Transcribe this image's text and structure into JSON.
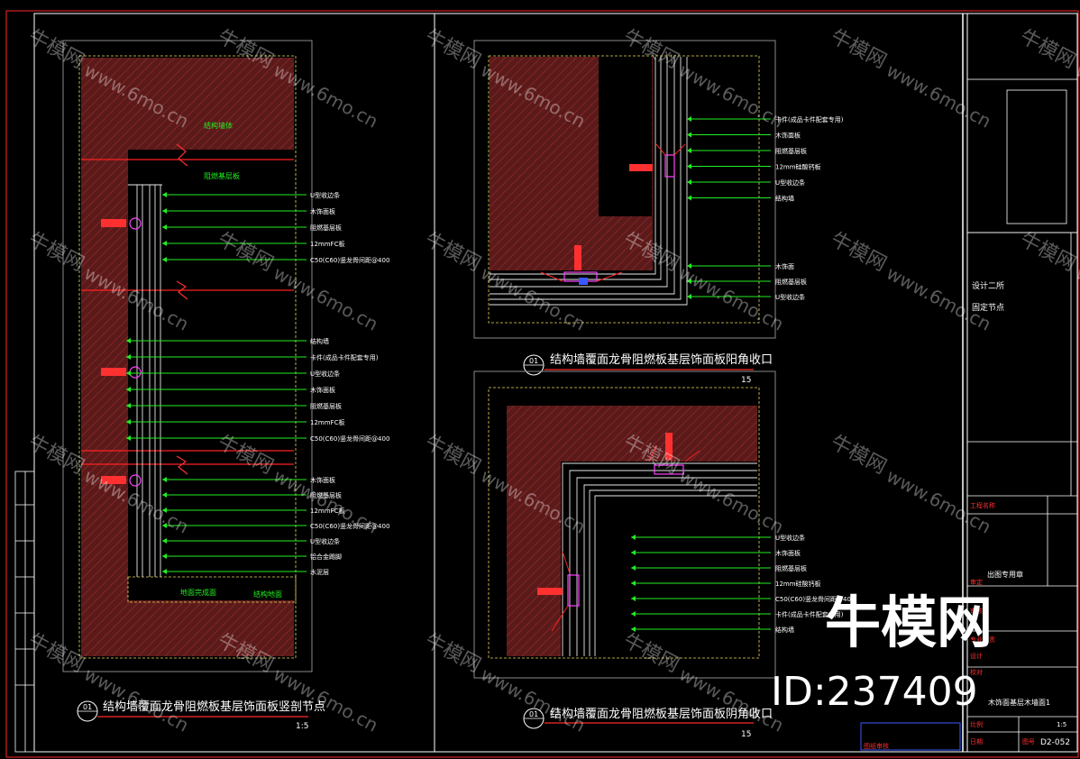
{
  "drawing": {
    "left_detail": {
      "title": "结构墙覆面龙骨阻燃板基层饰面板竖剖节点",
      "number": "01",
      "scale": "1:5",
      "labels_group1": [
        "U型收边条",
        "木饰面板",
        "阻燃基层板",
        "12mmFC板",
        "C50(C60)竖龙骨间距@400"
      ],
      "labels_group2": [
        "结构墙",
        "卡件(成品卡件配套专用)",
        "U型收边条",
        "木饰面板",
        "阻燃基层板",
        "12mmFC板",
        "C50(C60)竖龙骨间距@400"
      ],
      "labels_group3": [
        "木饰面板",
        "阻燃基层板",
        "12mmFC板",
        "C50(C60)竖龙骨间距@400",
        "U型收边条",
        "铝合金踢脚",
        "水泥层"
      ],
      "top_labels": [
        "结构墙体",
        "阻燃基层板"
      ],
      "bottom_labels": [
        "地面完成面",
        "结构地面"
      ]
    },
    "top_right_detail": {
      "title": "结构墙覆面龙骨阻燃板基层饰面板阳角收口",
      "number": "01",
      "scale": "15",
      "labels_upper": [
        "卡件(成品卡件配套专用)",
        "木饰面板",
        "阻燃基层板",
        "12mm硅酸钙板",
        "U型收边条",
        "结构墙"
      ],
      "labels_lower": [
        "木饰面",
        "阻燃基层板",
        "U型收边条"
      ]
    },
    "bottom_right_detail": {
      "title": "结构墙覆面龙骨阻燃板基层饰面板阴角收口",
      "number": "01",
      "scale": "15",
      "labels": [
        "U型收边条",
        "木饰面板",
        "阻燃基层板",
        "12mm硅酸钙板",
        "C50(C60)竖龙骨间距@400",
        "卡件(成品卡件配套专用)",
        "结构墙"
      ]
    },
    "title_block": {
      "design_phase": "设计二所",
      "drawing_type": "固定节点",
      "drawing_name": "木饰面基层木墙面1",
      "row_labels": [
        "工程名称",
        "审定",
        "审核",
        "专业负责",
        "设计",
        "校对"
      ],
      "scale_label": "比例",
      "scale_value": "1:5",
      "date_label": "日期",
      "number_label": "图号",
      "number_value": "D2-052",
      "checker_label": "图纸审核",
      "project_label": "工程名称",
      "stamp_label": "出图专用章"
    },
    "watermark": {
      "text_cn": "牛模网",
      "text_url": "www.6mo.cn",
      "logo": "牛模网",
      "id": "ID:237409"
    }
  },
  "colors": {
    "background": "#000000",
    "frame": "#ffffff",
    "sheet_border": "#ff2a2a",
    "leader": "#22ee22",
    "label": "#ffffff",
    "hatch_fill": "#6e1f1f",
    "hatch_line": "#b33",
    "dash": "#e8d85a",
    "red": "#ff2020",
    "magenta": "#ff44ff",
    "cyan": "#00ffff",
    "blue": "#3a5aff"
  }
}
